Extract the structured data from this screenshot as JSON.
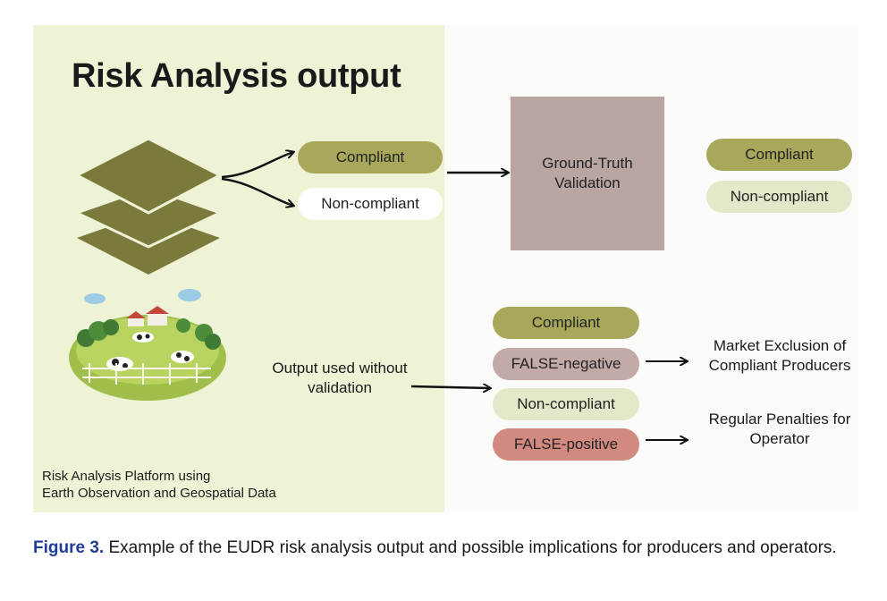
{
  "diagram": {
    "title": "Risk Analysis output",
    "risk_outputs": {
      "compliant": "Compliant",
      "non_compliant": "Non-compliant"
    },
    "validation_box": "Ground-Truth Validation",
    "validated": {
      "compliant": "Compliant",
      "non_compliant": "Non-compliant"
    },
    "unvalidated_label": "Output used without validation",
    "unvalidated": {
      "compliant": "Compliant",
      "false_negative": "FALSE-negative",
      "non_compliant": "Non-compliant",
      "false_positive": "FALSE-positive"
    },
    "consequence_1": "Market Exclusion of Compliant Producers",
    "consequence_2": "Regular Penalties for Operator",
    "platform_line1": "Risk Analysis Platform using",
    "platform_line2": "Earth Observation and Geospatial Data"
  },
  "caption": {
    "label": "Figure 3.",
    "text": "Example of the EUDR risk analysis output and possible implications for producers and operators."
  },
  "colors": {
    "panel": "#eff3d6",
    "olive": "#a9a85a",
    "layers": "#7b7a3d",
    "validation_box": "#b9a6a1",
    "false_negative": "#c3aaa7",
    "false_positive": "#d28a80",
    "caption_label": "#1f3c96"
  },
  "icons": [
    "data-layers-icon",
    "farm-pasture-icon",
    "arrow-icon"
  ]
}
